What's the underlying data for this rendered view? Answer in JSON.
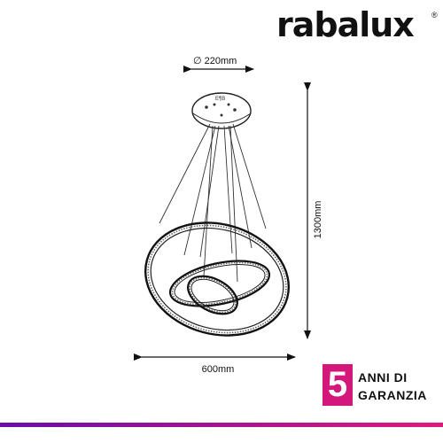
{
  "brand": {
    "name": "rabalux",
    "reg_mark": "®"
  },
  "dimensions": {
    "canopy_diameter": "∅ 220mm",
    "height": "1300mm",
    "width": "600mm"
  },
  "canopy_text": "E¶B",
  "warranty": {
    "number": "5",
    "line1": "ANNI DI",
    "line2": "GARANZIA"
  },
  "colors": {
    "accent": "#d4177a",
    "bar_gradient_start": "#6a0fa8",
    "bar_gradient_end": "#e0187c",
    "ink": "#111111"
  }
}
